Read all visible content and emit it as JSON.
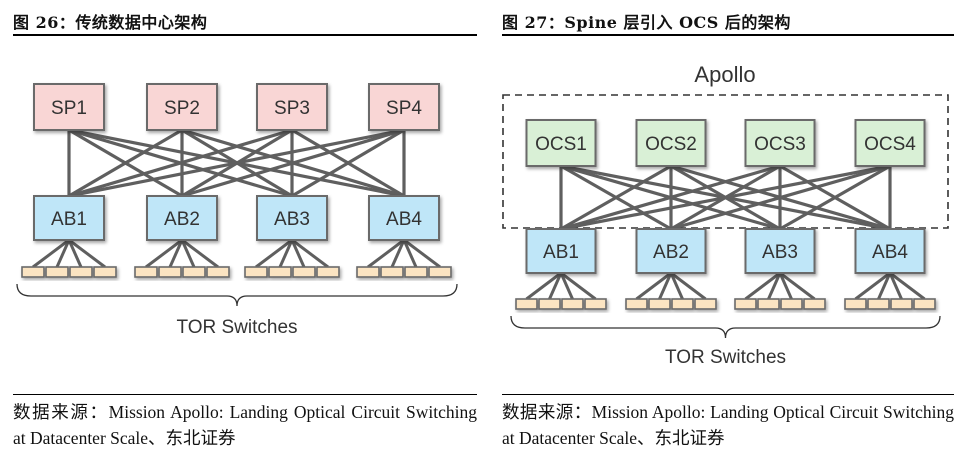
{
  "figures": [
    {
      "title": "图 26：传统数据中心架构",
      "top_layer": {
        "nodes": [
          "SP1",
          "SP2",
          "SP3",
          "SP4"
        ],
        "color": "#f9d6d5"
      },
      "aggregation_layer": {
        "nodes": [
          "AB1",
          "AB2",
          "AB3",
          "AB4"
        ],
        "color": "#bfe6f8"
      },
      "tor_per_block": 4,
      "tor_color": "#fbe4c2",
      "link_color": "#5f5f5f",
      "group_label": "TOR Switches",
      "source": "数据来源：Mission Apollo: Landing Optical Circuit Switching at Datacenter Scale、东北证券"
    },
    {
      "title": "图 27：Spine 层引入 OCS 后的架构",
      "container_label": "Apollo",
      "top_layer": {
        "nodes": [
          "OCS1",
          "OCS2",
          "OCS3",
          "OCS4"
        ],
        "color": "#d9f0d6"
      },
      "aggregation_layer": {
        "nodes": [
          "AB1",
          "AB2",
          "AB3",
          "AB4"
        ],
        "color": "#bfe6f8"
      },
      "tor_per_block": 4,
      "tor_color": "#fbe4c2",
      "link_color": "#5f5f5f",
      "group_label": "TOR Switches",
      "source": "数据来源：Mission Apollo: Landing Optical Circuit Switching at Datacenter Scale、东北证券"
    }
  ]
}
